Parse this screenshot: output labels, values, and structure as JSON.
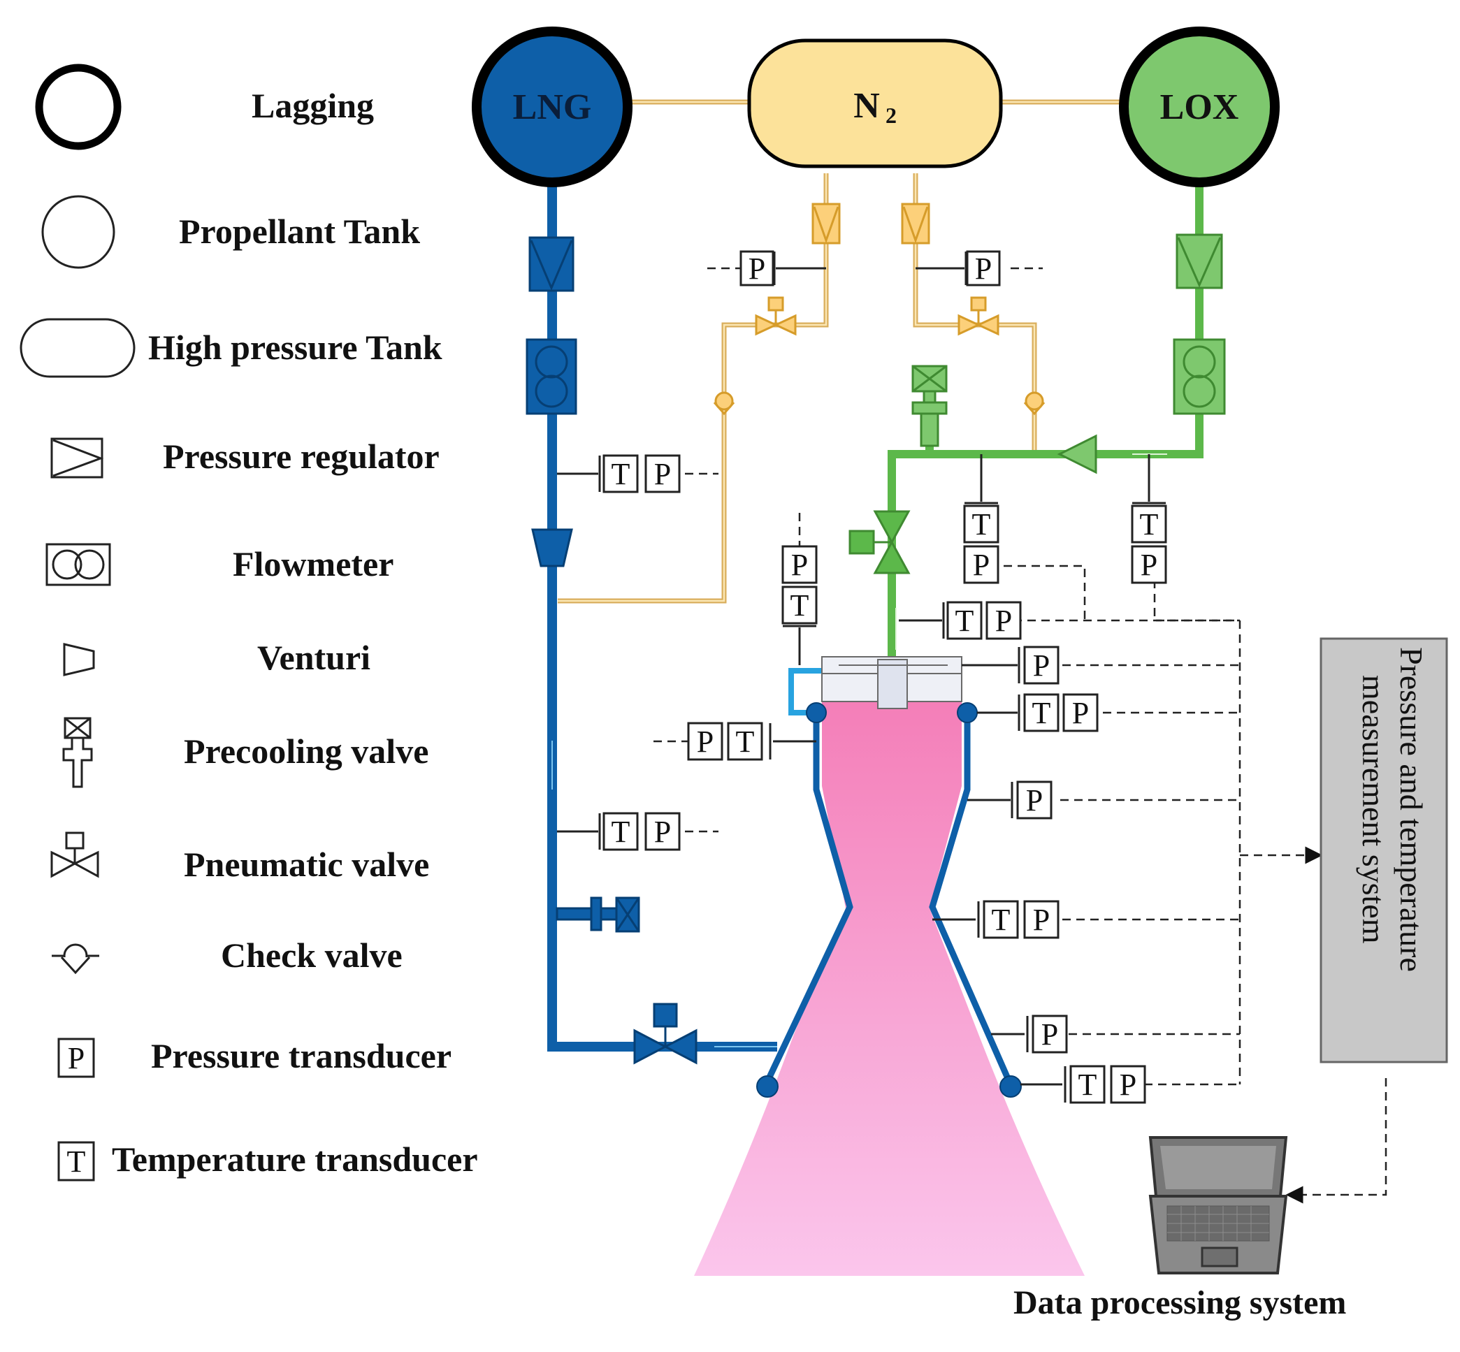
{
  "tanks": {
    "lng": "LNG",
    "n2": "N",
    "n2_sub": "2",
    "lox": "LOX"
  },
  "legend": [
    {
      "icon": "lagging-icon",
      "label": "Lagging"
    },
    {
      "icon": "propellant-tank-icon",
      "label": "Propellant Tank"
    },
    {
      "icon": "high-pressure-tank-icon",
      "label": "High pressure Tank"
    },
    {
      "icon": "pressure-regulator-icon",
      "label": "Pressure regulator"
    },
    {
      "icon": "flowmeter-icon",
      "label": "Flowmeter"
    },
    {
      "icon": "venturi-icon",
      "label": "Venturi"
    },
    {
      "icon": "precooling-valve-icon",
      "label": "Precooling valve"
    },
    {
      "icon": "pneumatic-valve-icon",
      "label": "Pneumatic valve"
    },
    {
      "icon": "check-valve-icon",
      "label": "Check valve"
    },
    {
      "icon": "pressure-transducer-icon",
      "label": "Pressure transducer",
      "symbol": "P"
    },
    {
      "icon": "temperature-transducer-icon",
      "label": "Temperature transducer",
      "symbol": "T"
    }
  ],
  "symbols": {
    "pressure": "P",
    "temperature": "T"
  },
  "systems": {
    "measurement_line1": "Pressure and temperature",
    "measurement_line2": "measurement system",
    "data_processing": "Data processing system"
  },
  "colors": {
    "lng": "#0e5fa8",
    "n2": "#fce29a",
    "n2_pipe": "#d9ae5c",
    "lox": "#7ec86e",
    "lox_pipe": "#5cb84a",
    "chamber": "#f58cc2",
    "measurement_box": "#c8c8c8"
  }
}
